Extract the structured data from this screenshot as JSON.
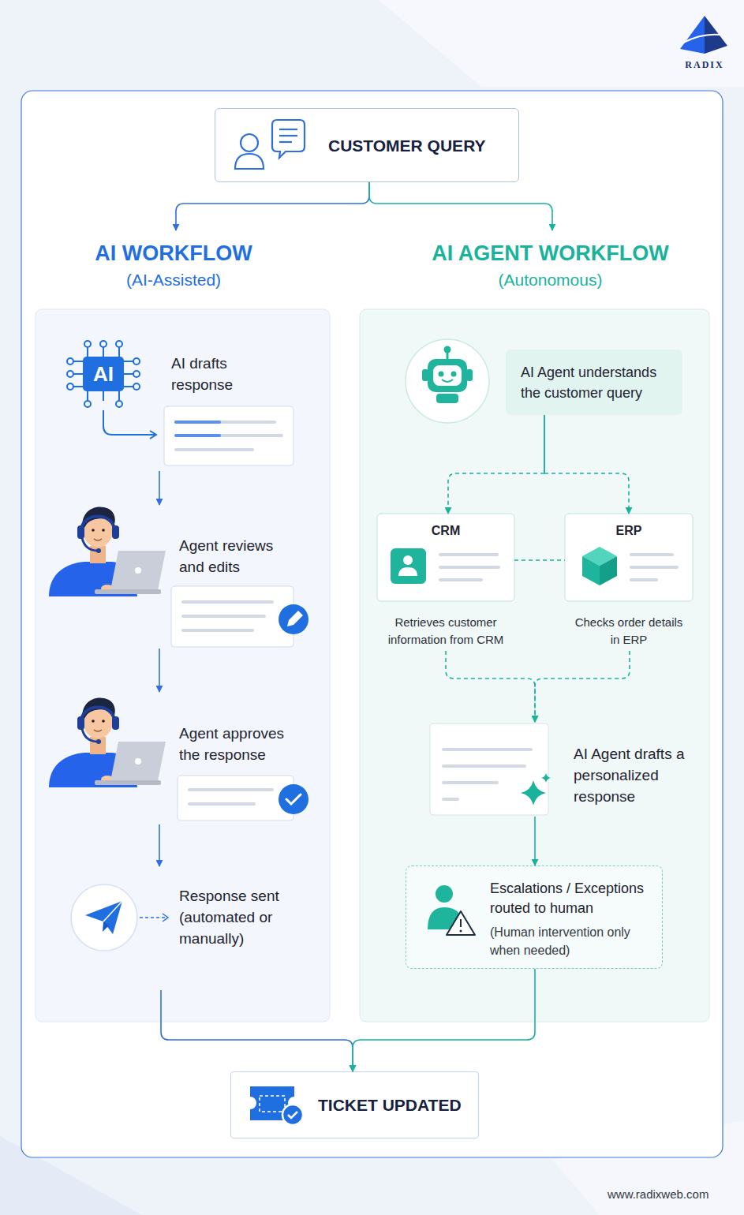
{
  "diagram": {
    "nodes": [
      {
        "text": [
          "CUSTOMER QUERY"
        ]
      },
      {
        "text": [
          "AI WORKFLOW",
          "(AI-Assisted)"
        ]
      },
      {
        "text": [
          "AI drafts response"
        ],
        "in": 1
      },
      {
        "text": [
          "Agent reviews and edits"
        ],
        "in": 1
      },
      {
        "text": [
          "Agent approves the response"
        ],
        "in": 1
      },
      {
        "text": [
          "Response sent (automated or manually)"
        ],
        "in": 1
      },
      {
        "text": [
          "AI AGENT WORKFLOW",
          "(Autonomous)"
        ]
      },
      {
        "text": [
          "AI Agent understands the customer query"
        ],
        "in": 6
      },
      {
        "text": [
          "CRM",
          "Retrieves customer information from CRM"
        ],
        "in": 6
      },
      {
        "text": [
          "ERP",
          "Checks order details in ERP"
        ],
        "in": 6
      },
      {
        "text": [
          "AI Agent drafts a personalized response"
        ],
        "in": 6
      },
      {
        "text": [
          "Escalations / Exceptions routed to human",
          "(Human intervention only when needed)"
        ],
        "in": 6
      },
      {
        "text": [
          "TICKET UPDATED"
        ]
      }
    ],
    "edges": [
      {
        "from": 0,
        "to": 1,
        "arrow": "to"
      },
      {
        "from": 0,
        "to": 6,
        "arrow": "to"
      },
      {
        "from": 2,
        "to": 3,
        "arrow": "to"
      },
      {
        "from": 3,
        "to": 4,
        "arrow": "to"
      },
      {
        "from": 4,
        "to": 5,
        "arrow": "to"
      },
      {
        "from": 7,
        "to": 8,
        "arrow": "to"
      },
      {
        "from": 7,
        "to": 9,
        "arrow": "to"
      },
      {
        "from": 8,
        "to": 9,
        "arrow": "none"
      },
      {
        "from": 8,
        "to": 10,
        "arrow": "to"
      },
      {
        "from": 9,
        "to": 10,
        "arrow": "to"
      },
      {
        "from": 10,
        "to": 11,
        "arrow": "to"
      },
      {
        "from": 5,
        "to": 12,
        "arrow": "to"
      },
      {
        "from": 11,
        "to": 12,
        "arrow": "to"
      }
    ],
    "labels": [
      "RADIX",
      "AI",
      "www.radixweb.com"
    ]
  }
}
